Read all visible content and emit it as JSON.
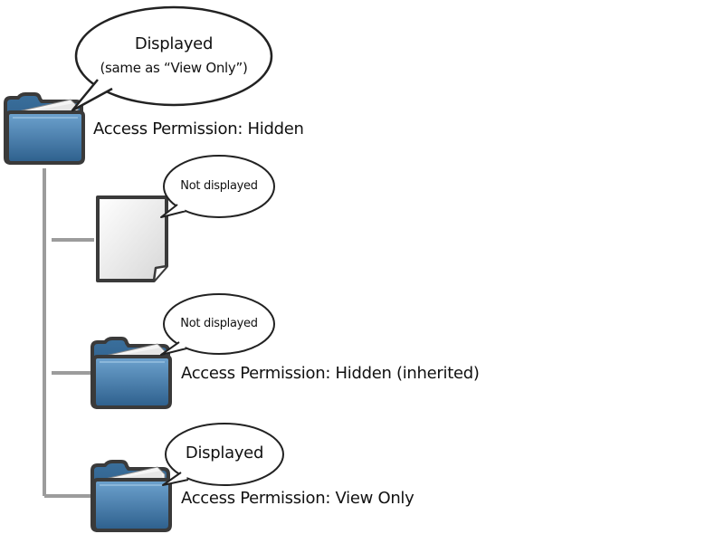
{
  "root": {
    "label": "Access Permission: Hidden",
    "bubble": {
      "line1": "Displayed",
      "line2": "(same as “View Only”)"
    }
  },
  "children": [
    {
      "type": "document",
      "bubble": "Not displayed"
    },
    {
      "type": "folder",
      "label": "Access Permission: Hidden (inherited)",
      "bubble": "Not displayed"
    },
    {
      "type": "folder",
      "label": "Access Permission: View Only",
      "bubble": "Displayed"
    }
  ],
  "icons": {
    "folder": "folder-icon",
    "document": "document-icon"
  },
  "colors": {
    "folder_blue": "#3f76a8",
    "folder_dark": "#1f4666",
    "outline": "#3a3a3a",
    "tree_line": "#9c9c9c",
    "bubble_stroke": "#222222"
  }
}
